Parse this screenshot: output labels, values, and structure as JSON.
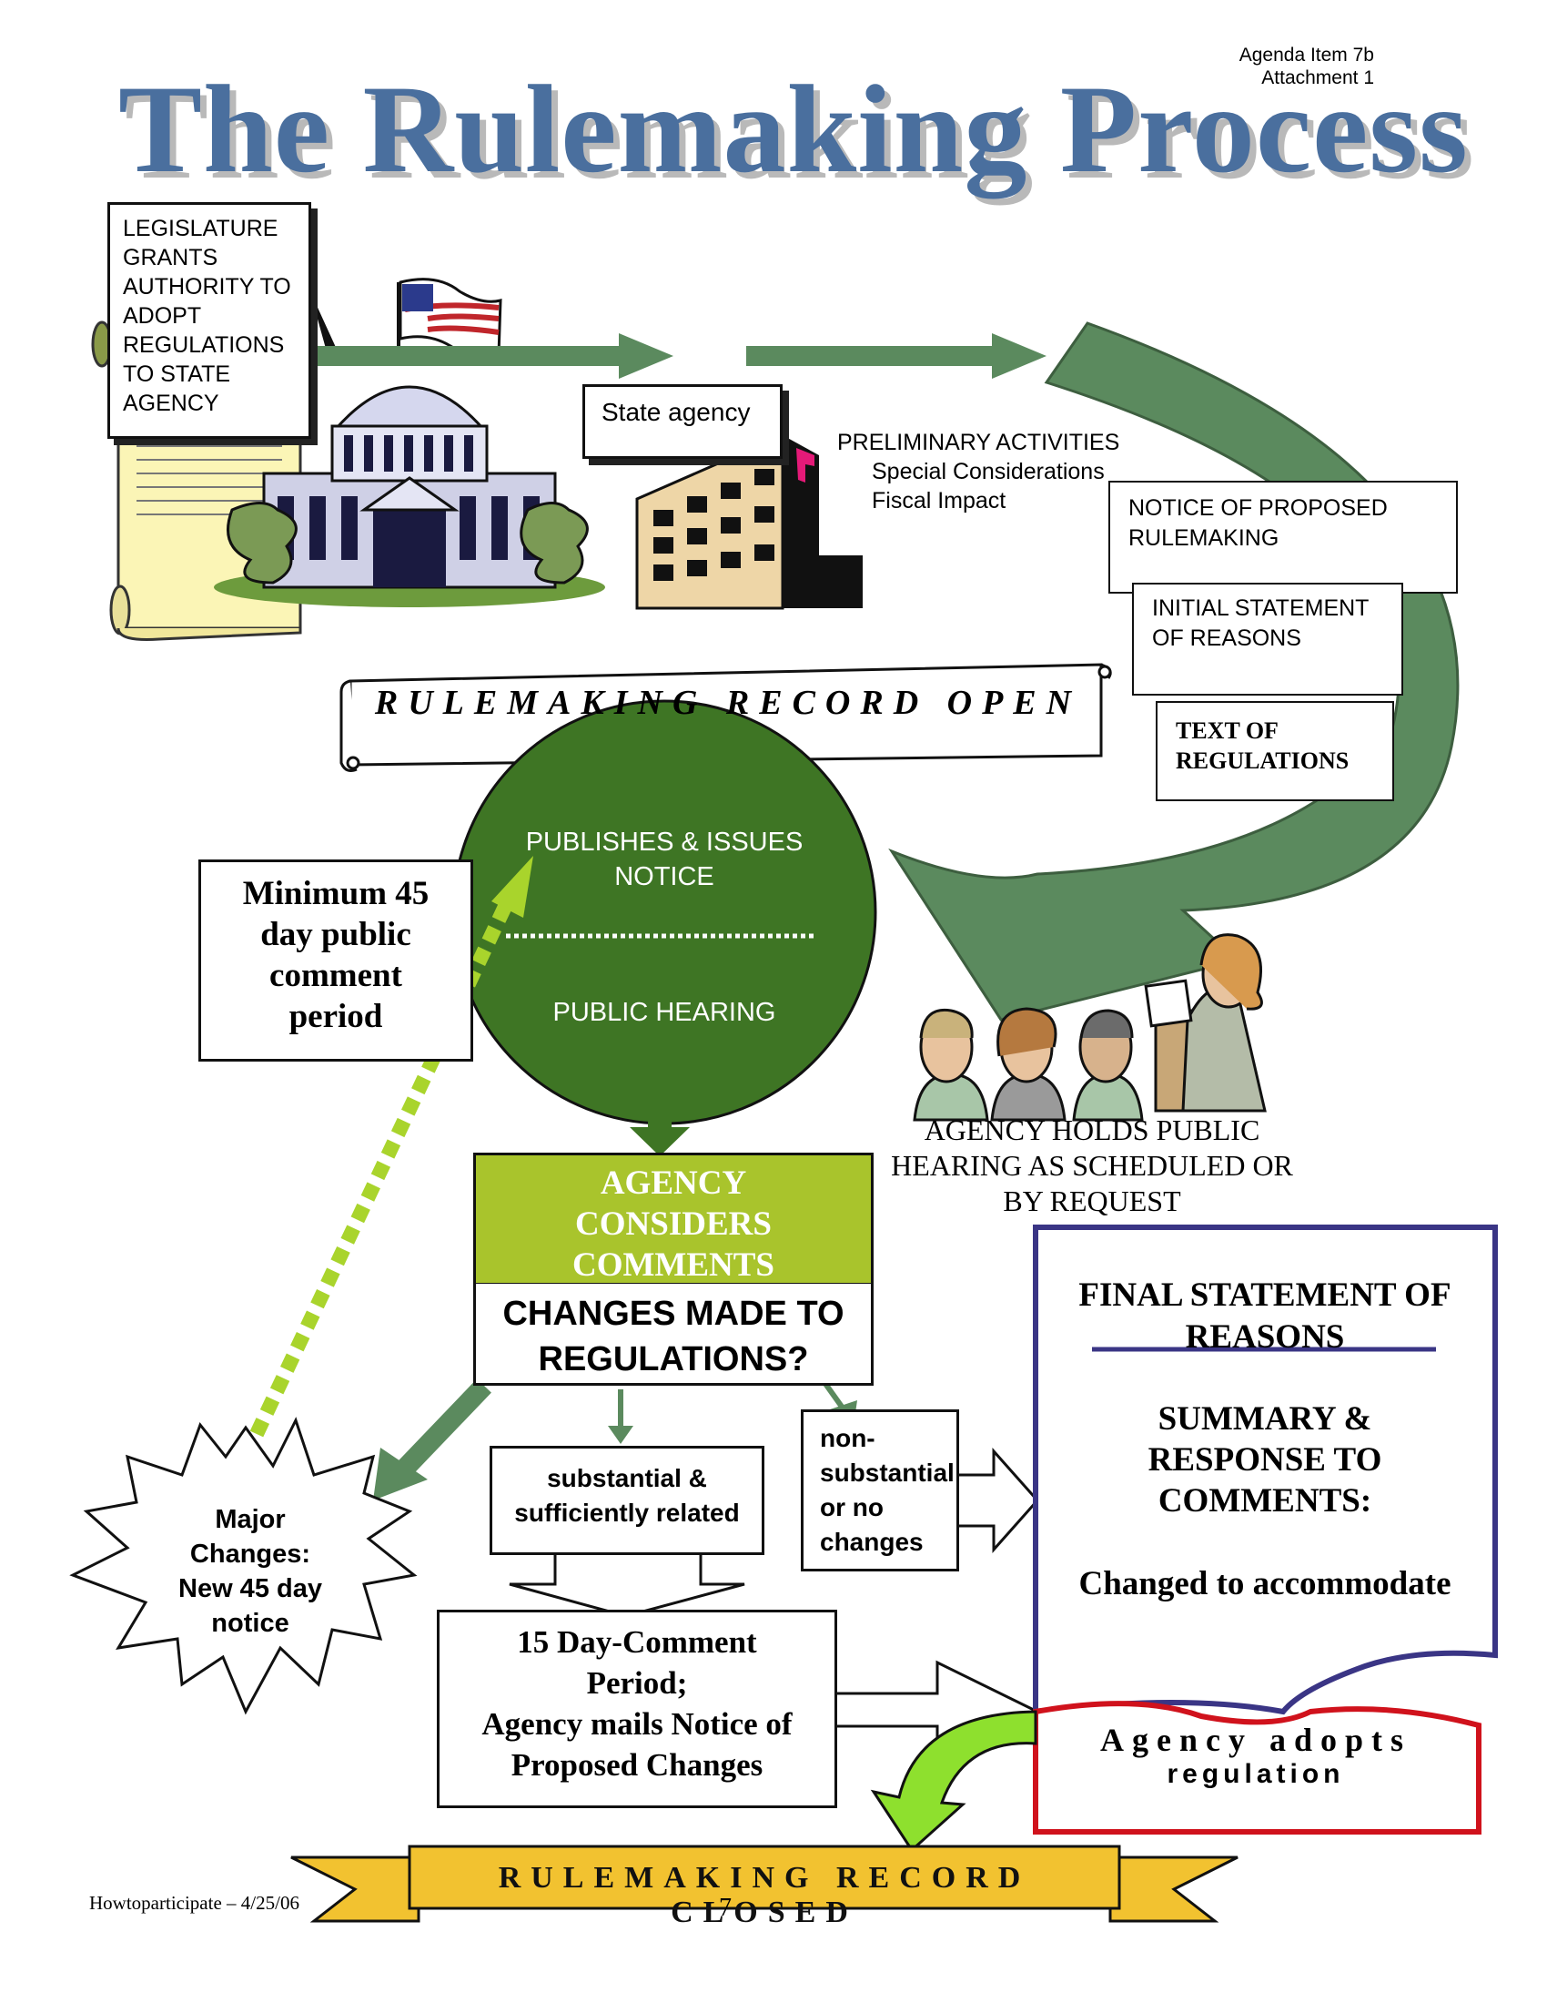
{
  "header": {
    "agenda_item": "Agenda Item 7b",
    "attachment": "Attachment 1",
    "title": "The Rulemaking Process"
  },
  "nodes": {
    "legislature": [
      "LEGISLATURE",
      "GRANTS",
      "AUTHORITY TO",
      "ADOPT",
      "REGULATIONS",
      "TO STATE",
      "AGENCY"
    ],
    "state_agency": "State agency",
    "preliminary": {
      "title": "PRELIMINARY ACTIVITIES",
      "items": [
        "Special Considerations",
        "Fiscal Impact"
      ]
    },
    "notice_of_proposed": [
      "NOTICE OF PROPOSED",
      "RULEMAKING"
    ],
    "initial_statement": [
      "INITIAL STATEMENT",
      "OF REASONS"
    ],
    "text_of_regulations": [
      "TEXT OF",
      "REGULATIONS"
    ],
    "record_open": "RULEMAKING RECORD OPEN",
    "publishes": [
      "PUBLISHES & ISSUES",
      "NOTICE"
    ],
    "public_hearing": "PUBLIC HEARING",
    "minimum_period": [
      "Minimum 45",
      "day public",
      "comment",
      "period"
    ],
    "hearing_caption": [
      "AGENCY HOLDS PUBLIC",
      "HEARING AS SCHEDULED OR",
      "BY REQUEST"
    ],
    "considers_comments": [
      "AGENCY",
      "CONSIDERS",
      "COMMENTS"
    ],
    "changes_question": [
      "CHANGES MADE TO",
      "REGULATIONS?"
    ],
    "substantial": [
      "substantial &",
      "sufficiently related"
    ],
    "non_substantial": [
      "non-",
      "substantial",
      "or no",
      "changes"
    ],
    "major_changes": [
      "Major",
      "Changes:",
      "New 45 day",
      "notice"
    ],
    "fifteen_day": [
      "15 Day-Comment",
      "Period;",
      "Agency mails Notice of",
      "Proposed Changes"
    ],
    "final_statement": "FINAL STATEMENT OF REASONS",
    "summary": [
      "SUMMARY &",
      "RESPONSE TO",
      "COMMENTS:"
    ],
    "changed_to_accommodate": "Changed to accommodate",
    "agency_adopts": [
      "Agency adopts",
      "regulation"
    ],
    "record_closed": "RULEMAKING RECORD CLOSED"
  },
  "footer": {
    "left": "Howtoparticipate – 4/25/06",
    "page": "7"
  },
  "colors": {
    "title_blue": "#4a6f9e",
    "arrow_green": "#5b8a5e",
    "dark_green": "#3e7524",
    "lime": "#a9c42c",
    "dotted_arrow": "#a9d42c",
    "final_border": "#3a3585",
    "adopt_border": "#d0121c",
    "banner_gold": "#f2c230",
    "scroll_yellow": "#fbf5b6"
  }
}
